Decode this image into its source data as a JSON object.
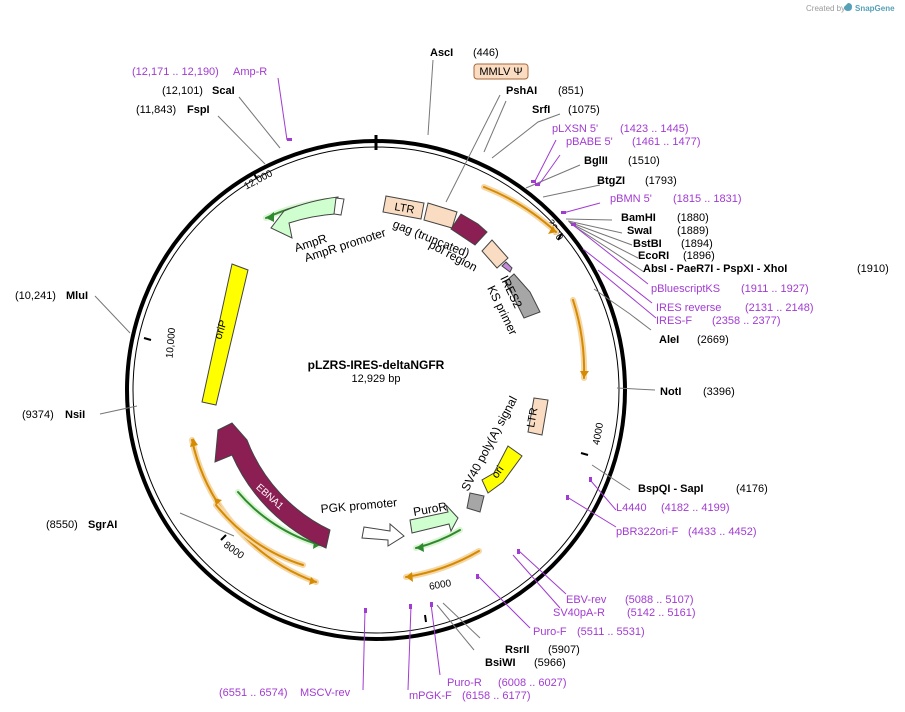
{
  "header": {
    "created_by": "Created by",
    "app": "SnapGene"
  },
  "plasmid": {
    "name": "pLZRS-IRES-deltaNGFR",
    "length": "12,929 bp"
  },
  "colors": {
    "primer": "#a23bd1",
    "backbone": "#111111",
    "ori_yellow": "#ffff00",
    "ebna1": "#8b1e52",
    "green": "#cfffcf",
    "tan": "#f9dcc1",
    "orange_line": "#d58a00"
  },
  "enzymes": [
    {
      "name": "AscI",
      "pos": "(446)"
    },
    {
      "name": "PshAI",
      "pos": "(851)"
    },
    {
      "name": "SrfI",
      "pos": "(1075)"
    },
    {
      "name": "BglII",
      "pos": "(1510)"
    },
    {
      "name": "BtgZI",
      "pos": "(1793)"
    },
    {
      "name": "BamHI",
      "pos": "(1880)"
    },
    {
      "name": "SwaI",
      "pos": "(1889)"
    },
    {
      "name": "BstBI",
      "pos": "(1894)"
    },
    {
      "name": "EcoRI",
      "pos": "(1896)"
    },
    {
      "name": "AbsI - PaeR7I - PspXI - XhoI",
      "pos": "(1910)"
    },
    {
      "name": "AleI",
      "pos": "(2669)"
    },
    {
      "name": "NotI",
      "pos": "(3396)"
    },
    {
      "name": "BspQI - SapI",
      "pos": "(4176)"
    },
    {
      "name": "RsrII",
      "pos": "(5907)"
    },
    {
      "name": "BsiWI",
      "pos": "(5966)"
    },
    {
      "name": "SgrAI",
      "pos": "(8550)"
    },
    {
      "name": "NsiI",
      "pos": "(9374)"
    },
    {
      "name": "MluI",
      "pos": "(10,241)"
    },
    {
      "name": "FspI",
      "pos": "(11,843)"
    },
    {
      "name": "ScaI",
      "pos": "(12,101)"
    }
  ],
  "primers": [
    {
      "name": "Amp-R",
      "pos": "(12,171 .. 12,190)"
    },
    {
      "name": "pLXSN 5'",
      "pos": "(1423 .. 1445)"
    },
    {
      "name": "pBABE 5'",
      "pos": "(1461 .. 1477)"
    },
    {
      "name": "pBMN 5'",
      "pos": "(1815 .. 1831)"
    },
    {
      "name": "pBluescriptKS",
      "pos": "(1911 .. 1927)"
    },
    {
      "name": "IRES reverse",
      "pos": "(2131 .. 2148)"
    },
    {
      "name": "IRES-F",
      "pos": "(2358 .. 2377)"
    },
    {
      "name": "L4440",
      "pos": "(4182 .. 4199)"
    },
    {
      "name": "pBR322ori-F",
      "pos": "(4433 .. 4452)"
    },
    {
      "name": "EBV-rev",
      "pos": "(5088 .. 5107)"
    },
    {
      "name": "SV40pA-R",
      "pos": "(5142 .. 5161)"
    },
    {
      "name": "Puro-F",
      "pos": "(5511 .. 5531)"
    },
    {
      "name": "Puro-R",
      "pos": "(6008 .. 6027)"
    },
    {
      "name": "mPGK-F",
      "pos": "(6158 .. 6177)"
    },
    {
      "name": "MSCV-rev",
      "pos": "(6551 .. 6574)"
    }
  ],
  "features": {
    "mmlv": "MMLV Ψ",
    "ltr_top": "LTR",
    "gag": "gag (truncated)",
    "pol": "pol region",
    "ires2": "IRES2",
    "ks": "KS primer",
    "ampr": "AmpR",
    "ampr_promoter": "AmpR promoter",
    "orip": "oriP",
    "ebna1": "EBNA1",
    "pgk": "PGK promoter",
    "puror": "PuroR",
    "ori": "ori",
    "sv40": "SV40 poly(A) signal",
    "ltr_bottom": "LTR"
  },
  "ticks": [
    "2000",
    "4000",
    "6000",
    "8000",
    "10,000",
    "12,000"
  ]
}
